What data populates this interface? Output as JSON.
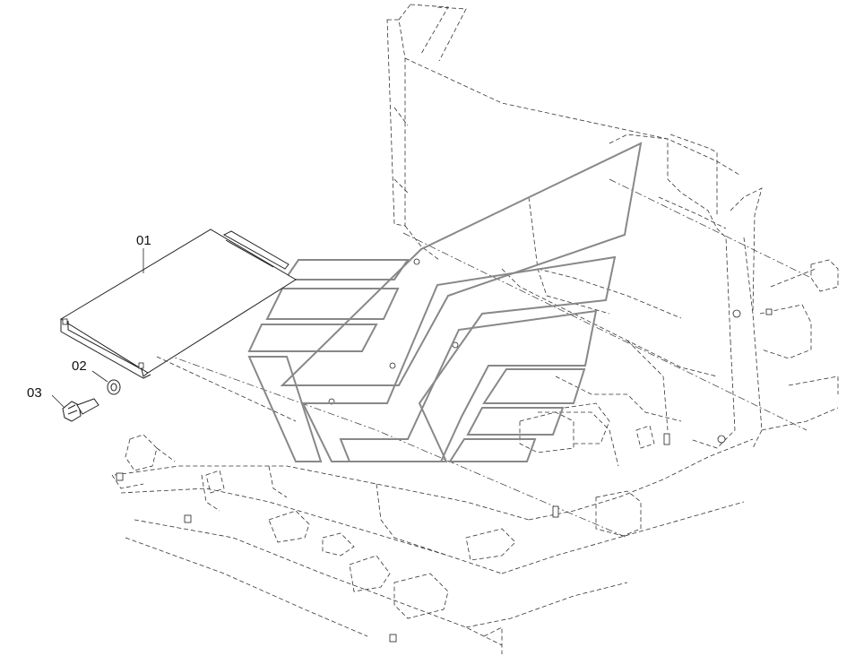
{
  "callouts": [
    {
      "id": "01",
      "label": "01"
    },
    {
      "id": "02",
      "label": "02"
    },
    {
      "id": "03",
      "label": "03"
    }
  ],
  "parts": {
    "p01": "cover-plate",
    "p02": "washer",
    "p03": "bolt"
  },
  "colors": {
    "line": "#222222",
    "watermark": "#888888",
    "background": "#ffffff"
  }
}
